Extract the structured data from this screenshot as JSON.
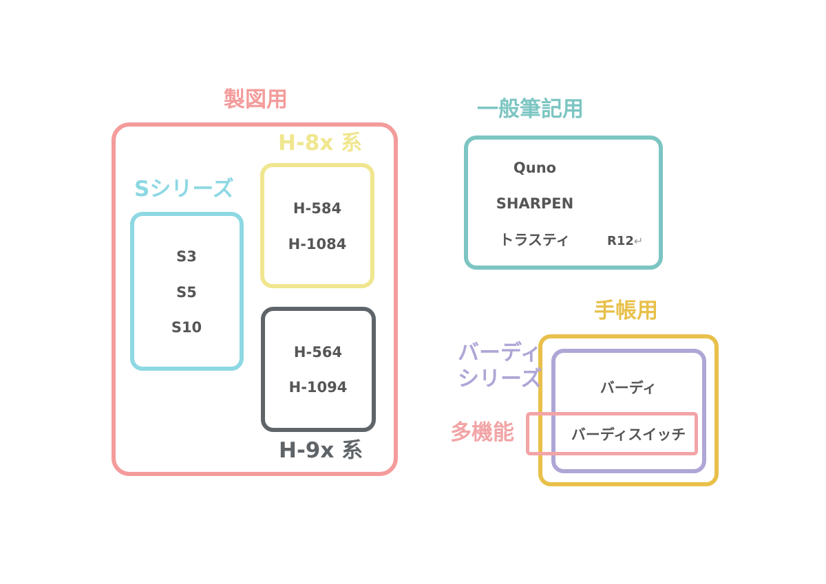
{
  "colors": {
    "seizu": "#F49B9B",
    "s_series": "#8DD8E3",
    "h8x": "#F0E68F",
    "h9x": "#5F6469",
    "ippan": "#7CC5C2",
    "techo": "#E8C04A",
    "birdie": "#AFA6D6",
    "takino": "#F2A4A6",
    "text": "#555555"
  },
  "seizu": {
    "title": "製図用",
    "s_series": {
      "title": "Sシリーズ",
      "items": [
        "S3",
        "S5",
        "S10"
      ]
    },
    "h8x": {
      "title": "H-8x 系",
      "items": [
        "H-584",
        "H-1084"
      ]
    },
    "h9x": {
      "title": "H-9x 系",
      "items": [
        "H-564",
        "H-1094"
      ]
    }
  },
  "ippan": {
    "title": "一般筆記用",
    "items": [
      "Quno",
      "SHARPEN",
      "トラスティ"
    ],
    "extra": "R12",
    "extra_mark": "↵"
  },
  "techo": {
    "title": "手帳用",
    "birdie_series": {
      "title_line1": "バーディ",
      "title_line2": "シリーズ",
      "item": "バーディ"
    },
    "takino": {
      "title": "多機能",
      "item": "バーディスイッチ"
    }
  }
}
